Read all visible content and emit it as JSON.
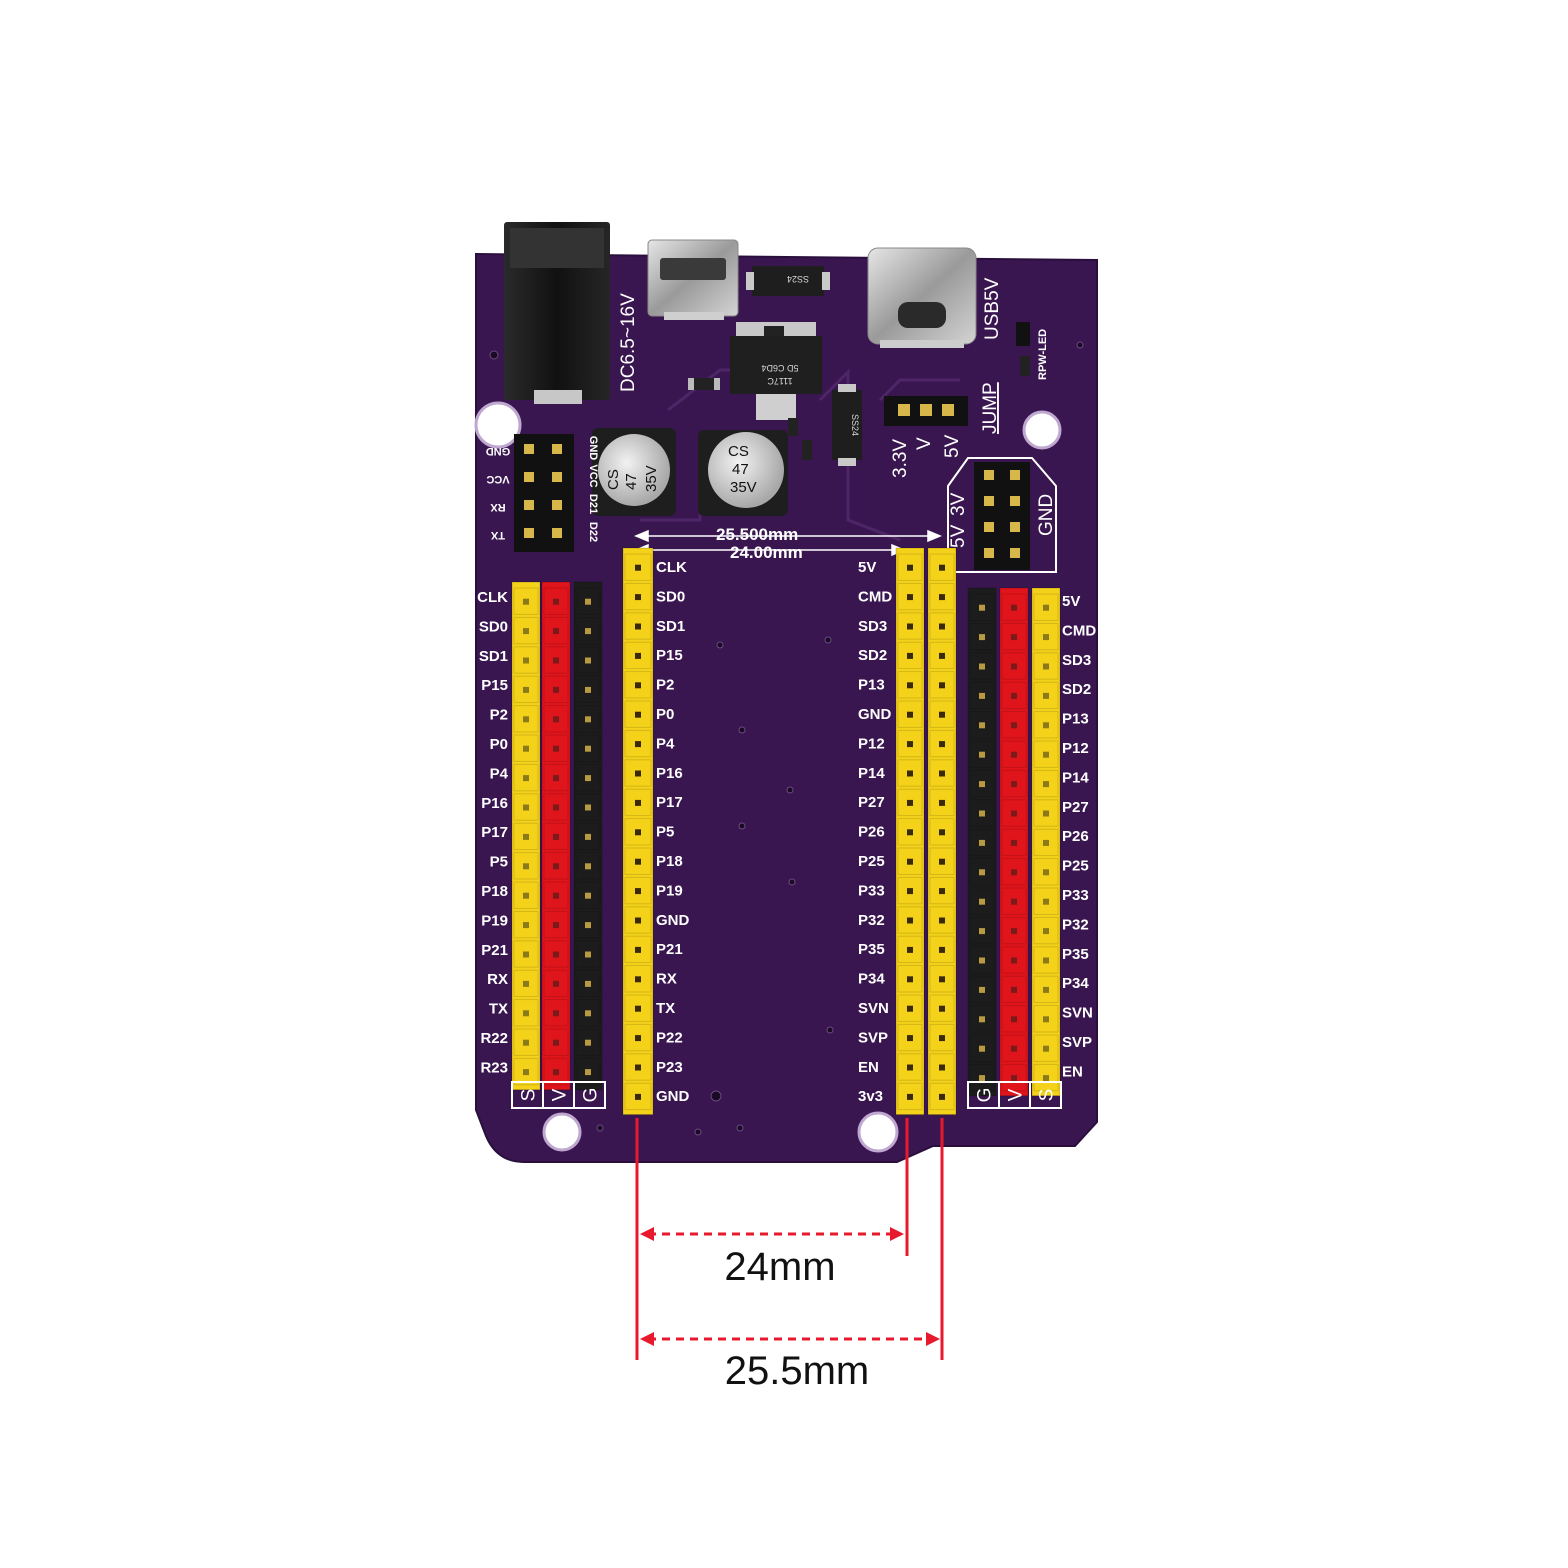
{
  "board": {
    "colors": {
      "pcb": "#3a1650",
      "silkscreen": "#ffffff",
      "yellow": "#f4d21a",
      "red": "#e0141b",
      "black": "#1c1c1c",
      "measure": "#e8192c"
    },
    "dc_label": "DC6.5~16V",
    "usb_label": "USB5V",
    "led_label": "RPW-LED",
    "jump_label": "JUMP",
    "jump_pins": [
      "3.3V",
      "V",
      "5V"
    ],
    "diode_label": "SS24",
    "diode2_label": "SS24",
    "regulator_lines": [
      "1117C",
      "5D C6D4"
    ],
    "cap_left": [
      "CS",
      "47",
      "35V"
    ],
    "cap_right": [
      "CS",
      "47",
      "35V"
    ],
    "uart_left": [
      "GND",
      "VCC",
      "RX",
      "TX"
    ],
    "uart_right": [
      "GND",
      "VCC",
      "D21",
      "D22"
    ],
    "power_hdr": [
      "5V",
      "3V",
      "GND"
    ],
    "dim_top_1": "25.500mm",
    "dim_top_2": "24.00mm",
    "left_outer_labels": [
      "CLK",
      "SD0",
      "SD1",
      "P15",
      "P2",
      "P0",
      "P4",
      "P16",
      "P17",
      "P5",
      "P18",
      "P19",
      "P21",
      "RX",
      "TX",
      "R22",
      "R23"
    ],
    "left_inner_labels": [
      "CLK",
      "SD0",
      "SD1",
      "P15",
      "P2",
      "P0",
      "P4",
      "P16",
      "P17",
      "P5",
      "P18",
      "P19",
      "GND",
      "P21",
      "RX",
      "TX",
      "P22",
      "P23",
      "GND"
    ],
    "right_inner_labels": [
      "5V",
      "CMD",
      "SD3",
      "SD2",
      "P13",
      "GND",
      "P12",
      "P14",
      "P27",
      "P26",
      "P25",
      "P33",
      "P32",
      "P35",
      "P34",
      "SVN",
      "SVP",
      "EN",
      "3v3"
    ],
    "right_outer_labels": [
      "5V",
      "CMD",
      "SD3",
      "SD2",
      "P13",
      "P12",
      "P14",
      "P27",
      "P26",
      "P25",
      "P33",
      "P32",
      "P35",
      "P34",
      "SVN",
      "SVP",
      "EN"
    ],
    "left_svg": [
      "S",
      "V",
      "G"
    ],
    "right_gvs": [
      "G",
      "V",
      "S"
    ]
  },
  "measurements": {
    "inner": "24mm",
    "outer": "25.5mm"
  }
}
